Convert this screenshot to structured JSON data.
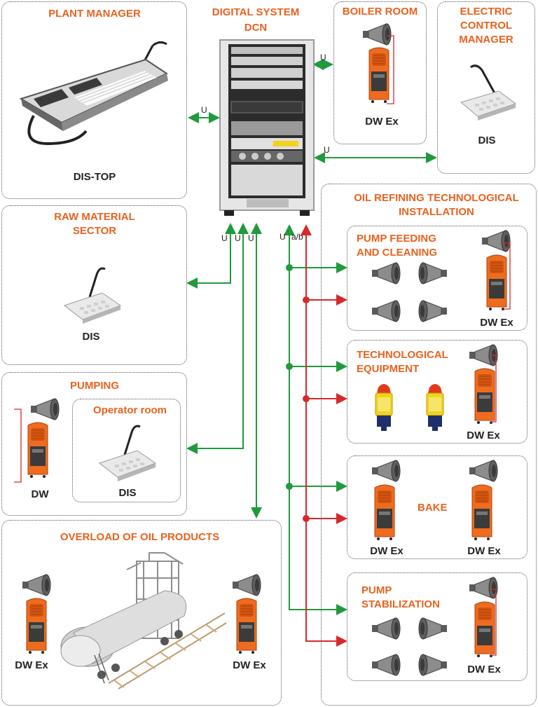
{
  "sections": {
    "plant_manager": {
      "title": "PLANT MANAGER",
      "device": "DIS-TOP"
    },
    "digital_system": {
      "title_line1": "DIGITAL SYSTEM",
      "title_line2": "DCN"
    },
    "boiler_room": {
      "title": "BOILER ROOM",
      "device": "DW Ex"
    },
    "electric_control": {
      "title_line1": "ELECTRIC",
      "title_line2": "CONTROL",
      "title_line3": "MANAGER",
      "device": "DIS"
    },
    "raw_material": {
      "title_line1": "RAW MATERIAL",
      "title_line2": "SECTOR",
      "device": "DIS"
    },
    "pumping": {
      "title": "PUMPING",
      "device": "DW",
      "operator_room": {
        "title": "Operator room",
        "device": "DIS"
      }
    },
    "overload": {
      "title": "OVERLOAD OF OIL PRODUCTS",
      "device_left": "DW Ex",
      "device_right": "DW Ex"
    },
    "oil_refining": {
      "title_line1": "OIL REFINING TECHNOLOGICAL",
      "title_line2": "INSTALLATION",
      "pump_feeding": {
        "title_line1": "PUMP FEEDING",
        "title_line2": "AND CLEANING",
        "device": "DW Ex"
      },
      "tech_equipment": {
        "title_line1": "TECHNOLOGICAL",
        "title_line2": "EQUIPMENT",
        "device": "DW Ex"
      },
      "bake": {
        "title": "BAKE",
        "device_left": "DW Ex",
        "device_right": "DW Ex"
      },
      "pump_stabilization": {
        "title_line1": "PUMP",
        "title_line2": "STABILIZATION",
        "device": "DW Ex"
      }
    }
  },
  "signals": {
    "u": "U",
    "ab": "a/b"
  },
  "colors": {
    "accent": "#e8621f",
    "green_line": "#1f9a3c",
    "red_line": "#d62a2a",
    "border": "#555555"
  }
}
